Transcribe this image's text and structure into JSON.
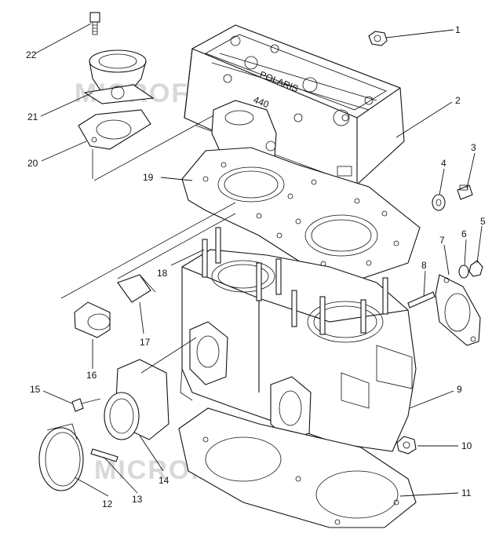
{
  "diagram": {
    "watermark": "MICROFICHE.NET",
    "cover_text": "POLARIS",
    "cover_number": "440",
    "callouts": [
      {
        "id": "1",
        "part": "cover-nut"
      },
      {
        "id": "2",
        "part": "cylinder-head-cover"
      },
      {
        "id": "3",
        "part": "temperature-sensor"
      },
      {
        "id": "4",
        "part": "sensor-washer"
      },
      {
        "id": "5",
        "part": "flange-nut"
      },
      {
        "id": "6",
        "part": "lock-washer"
      },
      {
        "id": "7",
        "part": "exhaust-gasket"
      },
      {
        "id": "8",
        "part": "exhaust-stud"
      },
      {
        "id": "9",
        "part": "cylinder"
      },
      {
        "id": "10",
        "part": "cylinder-nut"
      },
      {
        "id": "11",
        "part": "base-gasket"
      },
      {
        "id": "12",
        "part": "hose-clamp"
      },
      {
        "id": "13",
        "part": "flange-screw"
      },
      {
        "id": "14",
        "part": "intake-flange"
      },
      {
        "id": "15",
        "part": "flange-bolt"
      },
      {
        "id": "16",
        "part": "water-fitting"
      },
      {
        "id": "17",
        "part": "temperature-switch"
      },
      {
        "id": "18",
        "part": "cylinder-stud"
      },
      {
        "id": "19",
        "part": "head-gasket"
      },
      {
        "id": "20",
        "part": "water-outlet-gasket"
      },
      {
        "id": "21",
        "part": "water-outlet-housing"
      },
      {
        "id": "22",
        "part": "bleed-screw"
      }
    ]
  }
}
